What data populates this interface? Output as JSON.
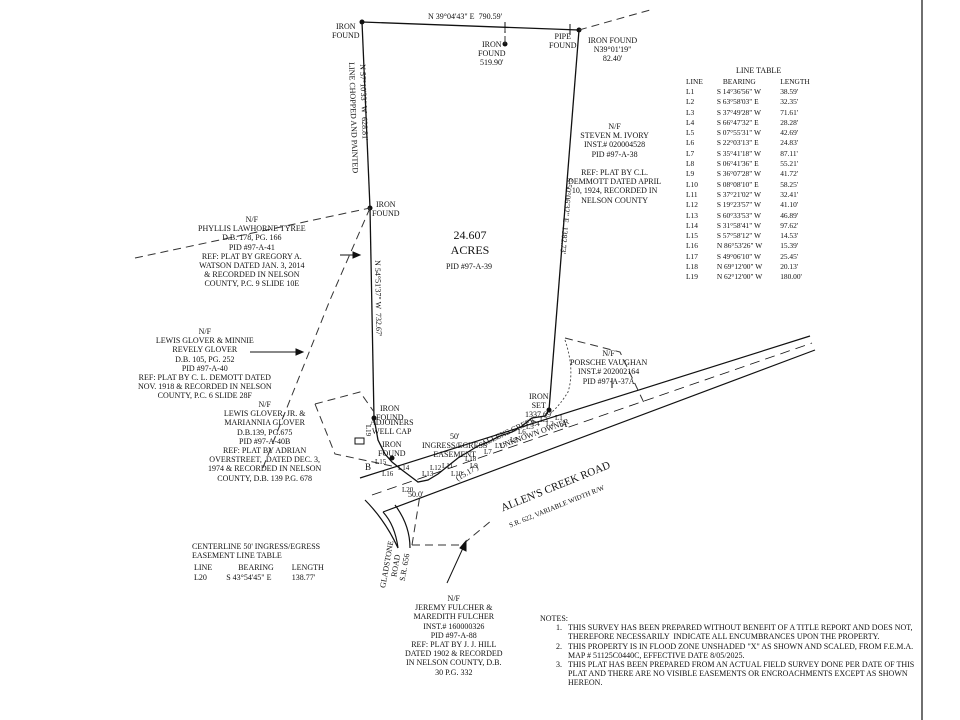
{
  "north_line": {
    "label": "N 39°04'43\" E  790.59'"
  },
  "corner_labels": {
    "nw_corner": "IRON\nFOUND",
    "iron_found_north": "IRON\nFOUND\n519.90'",
    "pipe_found": "PIPE\nFOUND",
    "iron_found_ne": "IRON FOUND\nN39°01'19\"\n82.40'",
    "iron_found_west_mid": "IRON\nFOUND",
    "iron_found_sw": "IRON\nFOUND",
    "iron_found_lower": "IRON\nFOUND",
    "iron_set": "IRON\nSET\n1337.69'",
    "well_cap": "ADJOINERS\nWELL CAP"
  },
  "boundary_labels": {
    "west_upper_bearing": "N 57°10'33\" W  628.81'",
    "west_upper_note": "LINE CHOPPED AND PAINTED",
    "west_lower_bearing": "N 54°51'37\" W  732.67'",
    "east_bearing": "S 50°06'32\" E  1382.73'"
  },
  "parcel": {
    "acres": "24.607",
    "acres_unit": "ACRES",
    "pid": "PID #97-A-39"
  },
  "adjoiners": {
    "ivory": "N/F\nSTEVEN M. IVORY\nINST.# 020004528\nPID #97-A-38\n\nREF: PLAT BY C.L.\nDEMMOTT DATED APRIL\n10, 1924, RECORDED IN\nNELSON COUNTY",
    "tyree": "N/F\nPHYLLIS LAWHORNE TYREE\nD.B. 178, PG. 166\nPID #97-A-41\nREF: PLAT BY GREGORY A.\nWATSON DATED JAN. 3, 2014\n& RECORDED IN NELSON\nCOUNTY, P.C. 9 SLIDE 10E",
    "glover_minnie": "N/F\nLEWIS GLOVER & MINNIE\nREVELY GLOVER\nD.B. 105, PG. 252\nPID #97-A-40\nREF: PLAT BY C. L. DEMOTT DATED\nNOV. 1918 & RECORDED IN NELSON\nCOUNTY, P.C. 6 SLIDE 28F",
    "glover_jr": "N/F\nLEWIS GLOVER, JR. &\nMARIANNIA GLOVER\nD.B.139, PG.675\nPID #97-A-40B\nREF: PLAT BY ADRIAN\nOVERSTREET,  DATED DEC. 3,\n1974 & RECORDED IN NELSON\nCOUNTY, D.B. 139 P.G. 678",
    "vaughan": "N/F\nPORSCHE VAUGHAN\nINST.# 202002164\nPID #97-A-37A",
    "unknown": "UNKNOWN OWNER",
    "fulcher": "N/F\nJEREMY FULCHER &\nMAREDITH FULCHER\nINST.# 160000326\nPID #97-A-88\nREF: PLAT BY J. J. HILL\nDATED 1902 & RECORDED\nIN NELSON COUNTY, D.B.\n30 P.G. 332"
  },
  "easement": {
    "label": "50'\nINGRESS/EGRESS\nEASEMENT",
    "width_50": "50.0'",
    "dim_1517": "(15.17')"
  },
  "roads": {
    "allens_main": "ALLEN'S CREEK ROAD",
    "allens_sub": "S.R. 622, VARIABLE WIDTH R/W",
    "allens_small": "ALLENS CREEK",
    "gladstone": "GLADSTONE\nROAD\nS.R. 656"
  },
  "line_segment_labels": [
    "L19",
    "L18",
    "L17",
    "L16",
    "L15",
    "L14",
    "L13",
    "L12",
    "L11",
    "L10",
    "L9",
    "L8",
    "L7",
    "L6",
    "L5",
    "L4",
    "L3",
    "L2",
    "L1",
    "L20",
    "B",
    "A"
  ],
  "line_table": {
    "title": "LINE TABLE",
    "headers": [
      "LINE",
      "BEARING",
      "LENGTH"
    ],
    "rows": [
      [
        "L1",
        "S 14°36'56\" W",
        "38.59'"
      ],
      [
        "L2",
        "S 63°58'03\" E",
        "32.35'"
      ],
      [
        "L3",
        "S 37°49'28\" W",
        "71.61'"
      ],
      [
        "L4",
        "S 66°47'32\" E",
        "28.28'"
      ],
      [
        "L5",
        "S 07°55'31\" W",
        "42.69'"
      ],
      [
        "L6",
        "S 22°03'13\" E",
        "24.83'"
      ],
      [
        "L7",
        "S 35°41'18\" W",
        "87.11'"
      ],
      [
        "L8",
        "S 06°41'36\" E",
        "55.21'"
      ],
      [
        "L9",
        "S 36°07'28\" W",
        "41.72'"
      ],
      [
        "L10",
        "S 08°08'10\" E",
        "58.25'"
      ],
      [
        "L11",
        "S 37°21'02\" W",
        "32.41'"
      ],
      [
        "L12",
        "S 19°23'57\" W",
        "41.10'"
      ],
      [
        "L13",
        "S 60°33'53\" W",
        "46.89'"
      ],
      [
        "L14",
        "S 31°58'41\" W",
        "97.62'"
      ],
      [
        "L15",
        "S 57°58'12\" W",
        "14.53'"
      ],
      [
        "L16",
        "N 86°53'26\" W",
        "15.39'"
      ],
      [
        "L17",
        "S 49°06'10\" W",
        "25.45'"
      ],
      [
        "L18",
        "N 69°12'00\" W",
        "20.13'"
      ],
      [
        "L19",
        "N 62°12'00\" W",
        "180.00'"
      ]
    ]
  },
  "centerline_table": {
    "title": "CENTERLINE 50' INGRESS/EGRESS\nEASEMENT LINE TABLE",
    "headers": [
      "LINE",
      "BEARING",
      "LENGTH"
    ],
    "rows": [
      [
        "L20",
        "S 43°54'45\" E",
        "138.77'"
      ]
    ]
  },
  "notes": {
    "title": "NOTES:",
    "items": [
      "THIS SURVEY HAS BEEN PREPARED WITHOUT BENEFIT OF A TITLE REPORT AND DOES NOT, THEREFORE NECESSARILY  INDICATE ALL ENCUMBRANCES UPON THE PROPERTY.",
      "THIS PROPERTY IS IN FLOOD ZONE UNSHADED \"X\" AS SHOWN AND SCALED, FROM F.E.M.A. MAP # 51125C0440C, EFFECTIVE DATE 8/05/2025.",
      "THIS PLAT HAS BEEN PREPARED FROM AN ACTUAL FIELD SURVEY DONE PER DATE OF THIS PLAT AND THERE ARE NO VISIBLE EASEMENTS OR ENCROACHMENTS EXCEPT AS SHOWN HEREON."
    ]
  }
}
